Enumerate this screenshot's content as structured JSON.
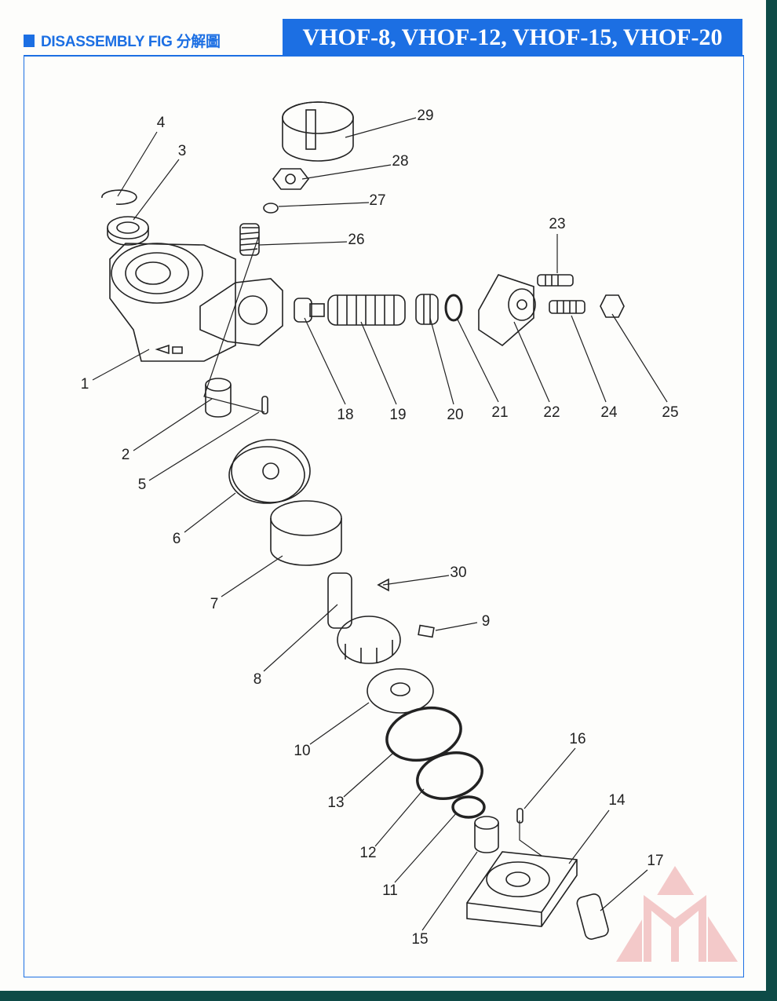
{
  "header": {
    "section_title": "DISASSEMBLY FIG 分解圖",
    "models": "VHOF-8, VHOF-12, VHOF-15, VHOF-20"
  },
  "parts": [
    "1",
    "2",
    "3",
    "4",
    "5",
    "6",
    "7",
    "8",
    "9",
    "10",
    "11",
    "12",
    "13",
    "14",
    "15",
    "16",
    "17",
    "18",
    "19",
    "20",
    "21",
    "22",
    "23",
    "24",
    "25",
    "26",
    "27",
    "28",
    "29",
    "30"
  ],
  "colors": {
    "accent": "#1c6fe3",
    "border": "#0e4b47",
    "logo": "#f2c6c6"
  }
}
